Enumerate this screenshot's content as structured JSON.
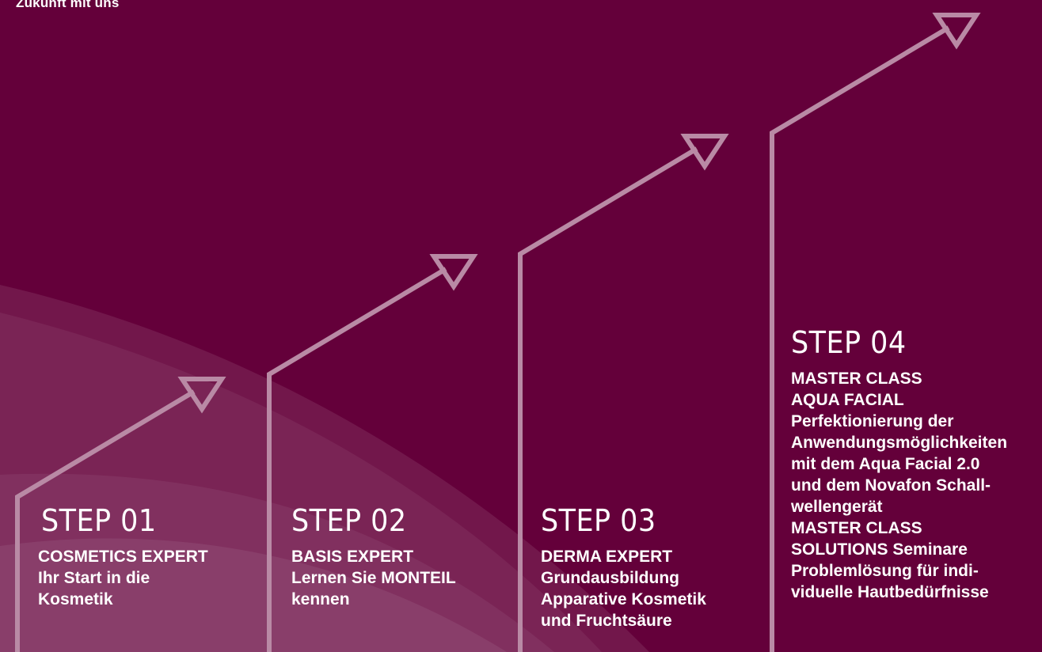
{
  "header": {
    "caption": "Zukunft mit uns"
  },
  "steps": [
    {
      "title": "STEP 01",
      "lines": [
        "COSMETICS EXPERT",
        "Ihr Start in die",
        "Kosmetik"
      ]
    },
    {
      "title": "STEP 02",
      "lines": [
        "BASIS EXPERT",
        "Lernen Sie MONTEIL",
        "kennen"
      ]
    },
    {
      "title": "STEP 03",
      "lines": [
        "DERMA EXPERT",
        "Grundausbildung",
        "Apparative Kosmetik",
        "und Fruchtsäure"
      ]
    },
    {
      "title": "STEP 04",
      "lines": [
        "MASTER CLASS",
        "AQUA FACIAL",
        "Perfektionierung der",
        "Anwendungsmöglichkeiten",
        "mit dem Aqua Facial 2.0",
        "und dem Novafon Schall-",
        "wellengerät",
        "MASTER CLASS",
        "SOLUTIONS Seminare",
        "Problemlösung für indi-",
        "viduelle Hautbedürfnisse"
      ]
    }
  ],
  "colors": {
    "background": "#64003a",
    "arrow": "#b98aa5",
    "text": "#ffffff"
  },
  "icons": [
    "triangle-down-icon"
  ]
}
